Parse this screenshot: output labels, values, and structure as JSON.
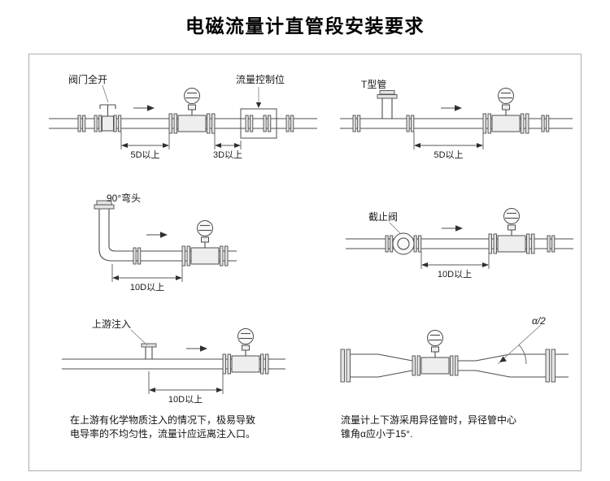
{
  "title": "电磁流量计直管段安装要求",
  "panel1": {
    "valve_label": "阀门全开",
    "control_label": "流量控制位",
    "dim_left": "5D以上",
    "dim_right": "3D以上"
  },
  "panel2": {
    "label": "T型管",
    "dim": "5D以上"
  },
  "panel3": {
    "label": "90°弯头",
    "dim": "10D以上"
  },
  "panel4": {
    "label": "截止阀",
    "dim": "10D以上"
  },
  "panel5": {
    "label": "上游注入",
    "dim": "10D以上",
    "caption_line1": "在上游有化学物质注入的情况下，极易导致",
    "caption_line2": "电导率的不均匀性，流量计应远离注入口。"
  },
  "panel6": {
    "angle_label": "α/2",
    "caption_line1": "流量计上下游采用异径管时，异径管中心",
    "caption_line2": "锥角α应小于15°."
  }
}
